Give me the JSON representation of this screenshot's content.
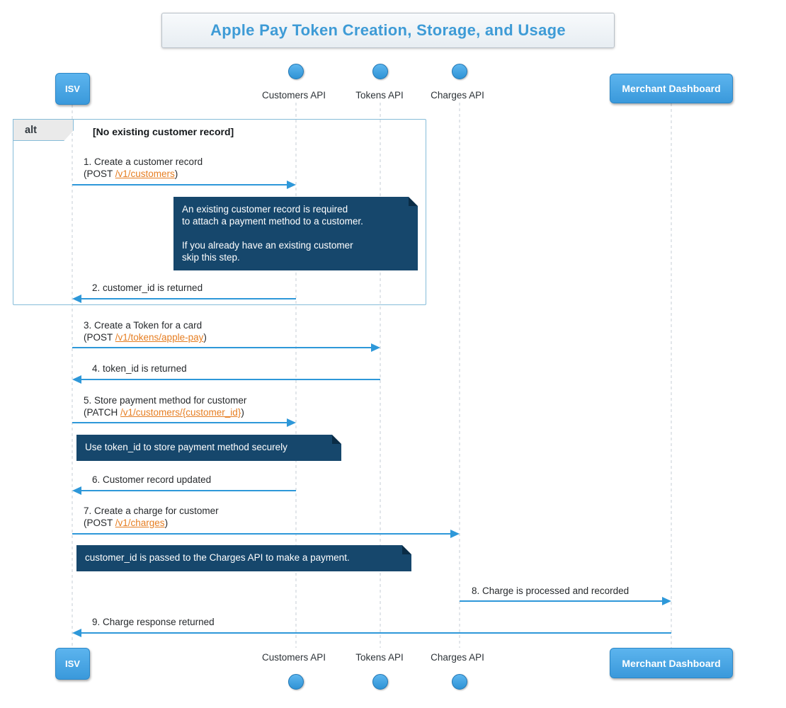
{
  "title": "Apple Pay Token Creation, Storage, and Usage",
  "participants": {
    "isv": "ISV",
    "customers_api": "Customers API",
    "tokens_api": "Tokens API",
    "charges_api": "Charges API",
    "merchant_dashboard": "Merchant Dashboard"
  },
  "alt_frame": {
    "label": "alt",
    "condition": "[No existing customer record]"
  },
  "messages": [
    {
      "line1": "1. Create a customer record",
      "pre": "(POST ",
      "link": "/v1/customers",
      "post": ")"
    },
    {
      "line1": "2. customer_id is returned"
    },
    {
      "line1": "3. Create a Token for a card",
      "pre": "(POST ",
      "link": "/v1/tokens/apple-pay",
      "post": ")"
    },
    {
      "line1": "4. token_id is returned"
    },
    {
      "line1": "5. Store payment method for customer",
      "pre": "(PATCH ",
      "link": "/v1/customers/{customer_id}",
      "post": ")"
    },
    {
      "line1": "6. Customer record updated"
    },
    {
      "line1": "7. Create a charge for customer",
      "pre": "(POST ",
      "link": "/v1/charges",
      "post": ")"
    },
    {
      "line1": "8. Charge is processed and recorded"
    },
    {
      "line1": "9. Charge response returned"
    }
  ],
  "notes": [
    {
      "text": "An existing customer record is required\nto attach a payment method to a customer.\n\nIf you already have an existing customer\nskip this step."
    },
    {
      "text": "Use token_id to store payment method securely"
    },
    {
      "text": "customer_id is passed to the Charges API to make a payment."
    }
  ],
  "colors": {
    "accent_blue": "#3e9bd6",
    "arrow_blue": "#2e98d9",
    "note_bg": "#16476c",
    "link_orange": "#e67e22",
    "participant_fill": "#4aa8e4"
  }
}
